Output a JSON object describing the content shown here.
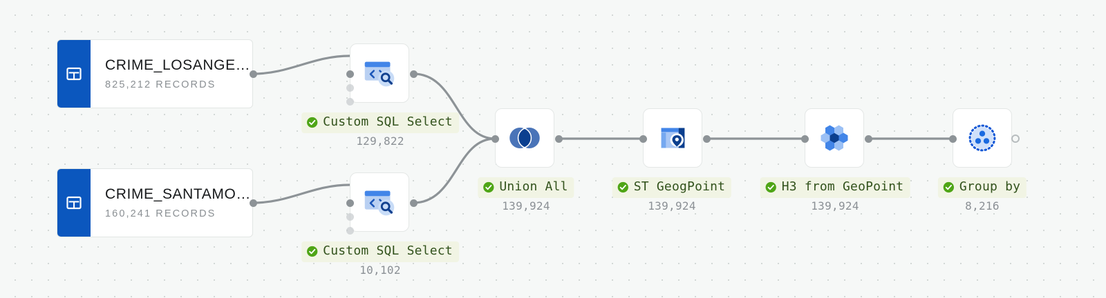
{
  "canvas": {
    "background_color": "#f6f8f7",
    "dot_color": "#d3d8d6",
    "accent_blue": "#0b57be",
    "check_green": "#4fa516",
    "label_bg": "#f1f4e4",
    "label_text_color": "#32521c",
    "wire_color": "#8d9397"
  },
  "sources": [
    {
      "name": "table-node-crime-losangeles",
      "icon": "table-icon",
      "title": "CRIME_LOSANGE…",
      "records": "825,212 RECORDS"
    },
    {
      "name": "table-node-crime-santamonica",
      "icon": "table-icon",
      "title": "CRIME_SANTAMO…",
      "records": "160,241 RECORDS"
    }
  ],
  "nodes": [
    {
      "id": "custom-sql-select-top",
      "icon": "sql-select-icon",
      "label": "Custom SQL Select",
      "count": "129,822",
      "status": "success"
    },
    {
      "id": "custom-sql-select-bottom",
      "icon": "sql-select-icon",
      "label": "Custom SQL Select",
      "count": "10,102",
      "status": "success"
    },
    {
      "id": "union-all",
      "icon": "union-all-icon",
      "label": "Union All",
      "count": "139,924",
      "status": "success"
    },
    {
      "id": "st-geogpoint",
      "icon": "geopoint-icon",
      "label": "ST GeogPoint",
      "count": "139,924",
      "status": "success"
    },
    {
      "id": "h3-from-geopoint",
      "icon": "h3-hexagon-icon",
      "label": "H3 from GeoPoint",
      "count": "139,924",
      "status": "success"
    },
    {
      "id": "group-by",
      "icon": "group-by-icon",
      "label": "Group by",
      "count": "8,216",
      "status": "success"
    }
  ]
}
